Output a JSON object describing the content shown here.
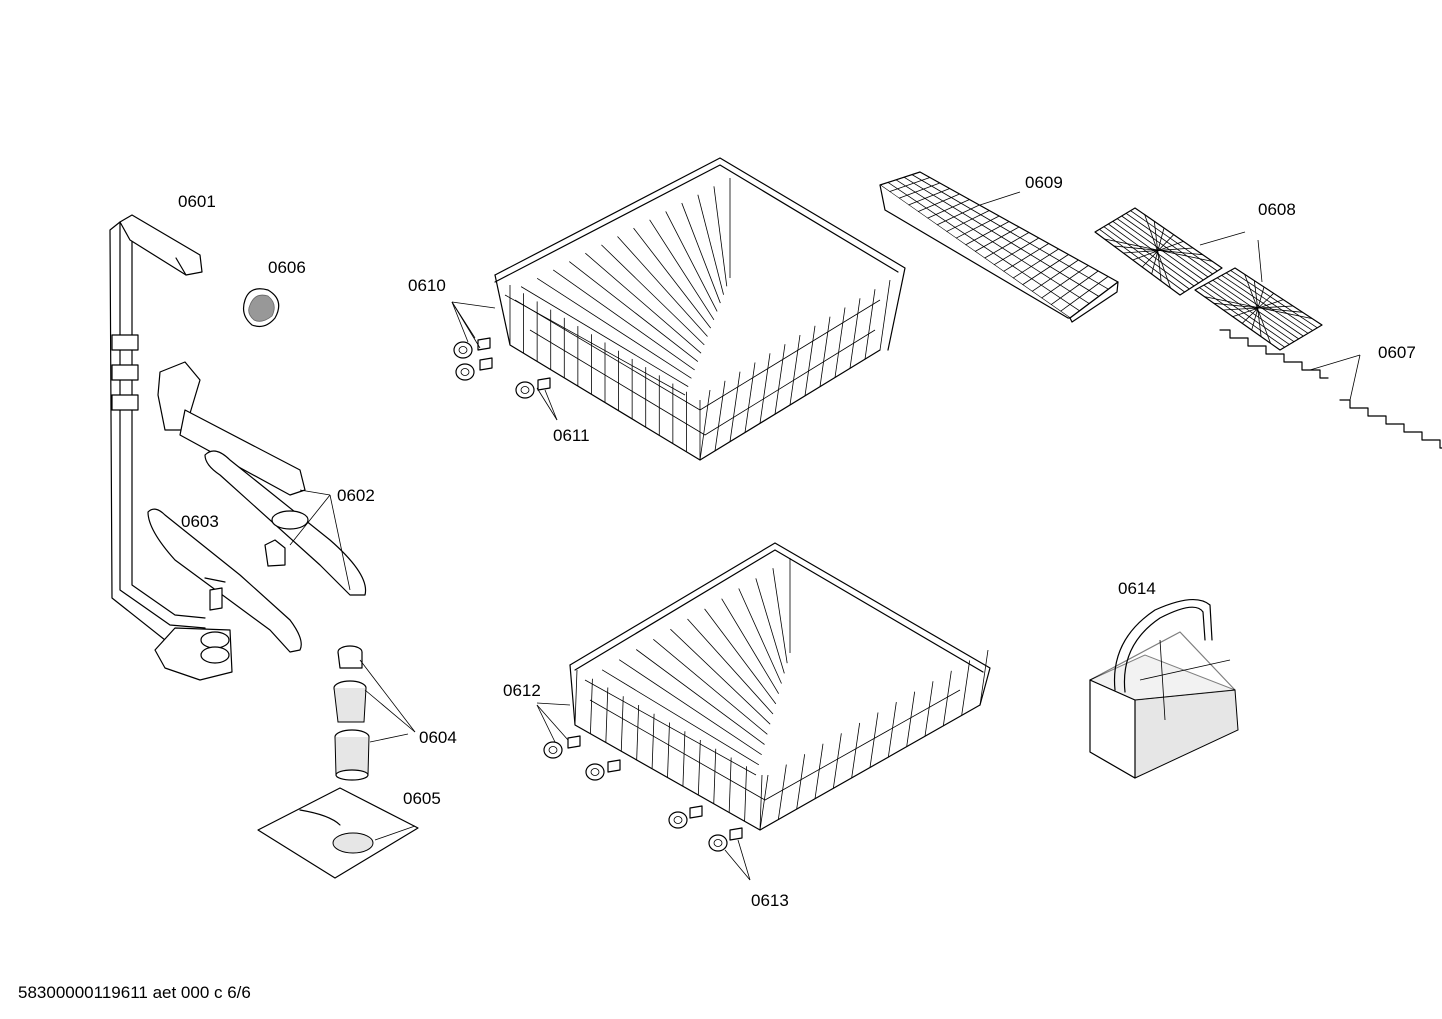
{
  "labels": {
    "p0601": "0601",
    "p0602": "0602",
    "p0603": "0603",
    "p0604": "0604",
    "p0605": "0605",
    "p0606": "0606",
    "p0607": "0607",
    "p0608": "0608",
    "p0609": "0609",
    "p0610": "0610",
    "p0611": "0611",
    "p0612": "0612",
    "p0613": "0613",
    "p0614": "0614"
  },
  "footer": "58300000119611 aet 000 c 6/6",
  "colors": {
    "line": "#000000",
    "background": "#ffffff"
  }
}
